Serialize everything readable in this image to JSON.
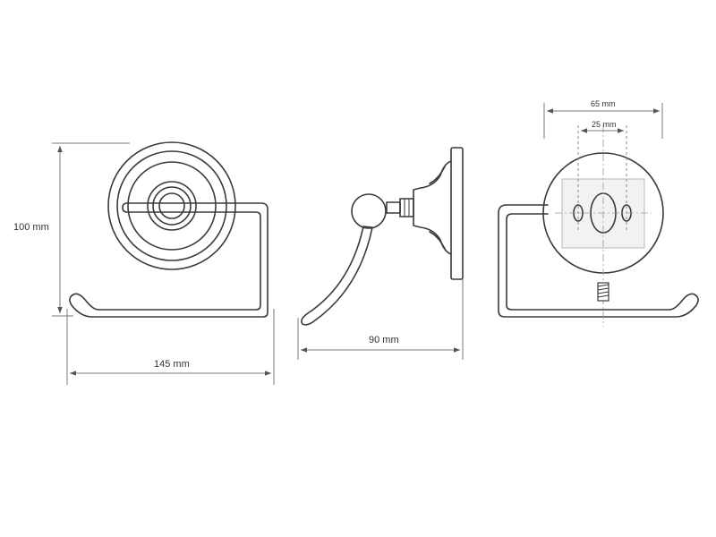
{
  "dimensions": {
    "height": "100 mm",
    "width": "145 mm",
    "depth": "90 mm",
    "mount_outer": "65 mm",
    "mount_inner": "25 mm"
  },
  "colors": {
    "line": "#3a3a3a",
    "dimension_line": "#7a7a7a",
    "background": "#ffffff"
  }
}
